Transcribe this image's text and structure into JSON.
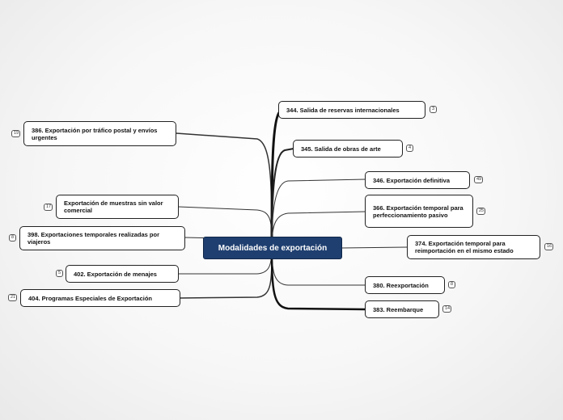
{
  "central": {
    "title": "Modalidades de exportación"
  },
  "right": [
    {
      "label": "344. Salida de reservas internacionales",
      "count": "3"
    },
    {
      "label": "345. Salida de obras de arte",
      "count": "4"
    },
    {
      "label": "346. Exportación definitiva",
      "count": "49"
    },
    {
      "label": "366. Exportación temporal para perfeccionamiento pasivo",
      "count": "25"
    },
    {
      "label": "374. Exportación temporal para reimportación en el mismo estado",
      "count": "16"
    },
    {
      "label": "380. Reexportación",
      "count": "8"
    },
    {
      "label": "383. Reembarque",
      "count": "14"
    }
  ],
  "left": [
    {
      "label": "386. Exportación por tráfico postal y envíos urgentes",
      "count": "19"
    },
    {
      "label": "Exportación de muestras sin valor comercial",
      "count": "17"
    },
    {
      "label": "398. Exportaciones temporales realizadas por viajeros",
      "count": "8"
    },
    {
      "label": "402. Exportación de menajes",
      "count": "5"
    },
    {
      "label": "404. Programas Especiales de Exportación",
      "count": "21"
    }
  ]
}
